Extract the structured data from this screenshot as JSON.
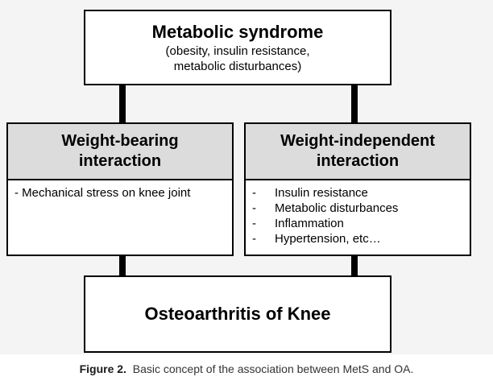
{
  "top_box": {
    "title": "Metabolic syndrome",
    "subtitle_line1": "(obesity, insulin resistance,",
    "subtitle_line2": "metabolic disturbances)"
  },
  "left_box": {
    "title_line1": "Weight-bearing",
    "title_line2": "interaction",
    "items": [
      "- Mechanical stress on knee joint"
    ]
  },
  "right_box": {
    "title_line1": "Weight-independent",
    "title_line2": "interaction",
    "items": [
      "Insulin resistance",
      "Metabolic disturbances",
      "Inflammation",
      "Hypertension, etc…"
    ]
  },
  "bottom_box": {
    "title": "Osteoarthritis of Knee"
  },
  "caption": {
    "label": "Figure 2.",
    "text": "Basic concept of the association between MetS and OA."
  }
}
